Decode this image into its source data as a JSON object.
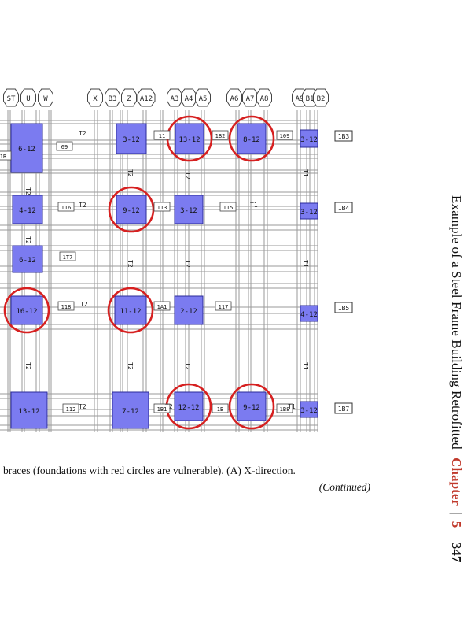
{
  "figure": {
    "axis_labels": [
      "ST",
      "U",
      "W",
      "X",
      "B3",
      "Z",
      "A12",
      "A3",
      "A4",
      "A5",
      "A6",
      "A7",
      "A8",
      "A9",
      "B1",
      "B2"
    ],
    "row_tags": [
      "1B3",
      "1B4",
      "1B5",
      "1B7"
    ],
    "foundations": [
      {
        "label": "6-12",
        "vulnerable": false
      },
      {
        "label": "3-12",
        "vulnerable": false
      },
      {
        "label": "13-12",
        "vulnerable": true
      },
      {
        "label": "8-12",
        "vulnerable": true
      },
      {
        "label": "3-12",
        "vulnerable": false
      },
      {
        "label": "4-12",
        "vulnerable": false
      },
      {
        "label": "9-12",
        "vulnerable": true
      },
      {
        "label": "3-12",
        "vulnerable": false
      },
      {
        "label": "3-12",
        "vulnerable": false
      },
      {
        "label": "6-12",
        "vulnerable": false
      },
      {
        "label": "16-12",
        "vulnerable": true
      },
      {
        "label": "11-12",
        "vulnerable": true
      },
      {
        "label": "2-12",
        "vulnerable": false
      },
      {
        "label": "4-12",
        "vulnerable": false
      },
      {
        "label": "13-12",
        "vulnerable": false
      },
      {
        "label": "7-12",
        "vulnerable": false
      },
      {
        "label": "12-12",
        "vulnerable": true
      },
      {
        "label": "9-12",
        "vulnerable": true
      },
      {
        "label": "3-12",
        "vulnerable": false
      }
    ],
    "beam_tags": [
      "69",
      "1R",
      "116",
      "1T7",
      "118",
      "11",
      "113",
      "1A1",
      "115",
      "117",
      "109",
      "1B8",
      "1B2",
      "1B",
      "1B1",
      "112"
    ],
    "member_marks": [
      "T2",
      "T1"
    ],
    "colors": {
      "foundation_fill": "#7b7bf0",
      "vulnerable_circle": "#d62020",
      "grid_line": "#9a9a9a"
    }
  },
  "caption": {
    "text": "braces (foundations with red circles are vulnerable). (A) X-direction.",
    "continued": "(Continued)"
  },
  "running_head": {
    "title": "Example of a Steel Frame Building Retrofitted",
    "chapter_label": "Chapter",
    "chapter_number": "5",
    "page_number": "347"
  }
}
